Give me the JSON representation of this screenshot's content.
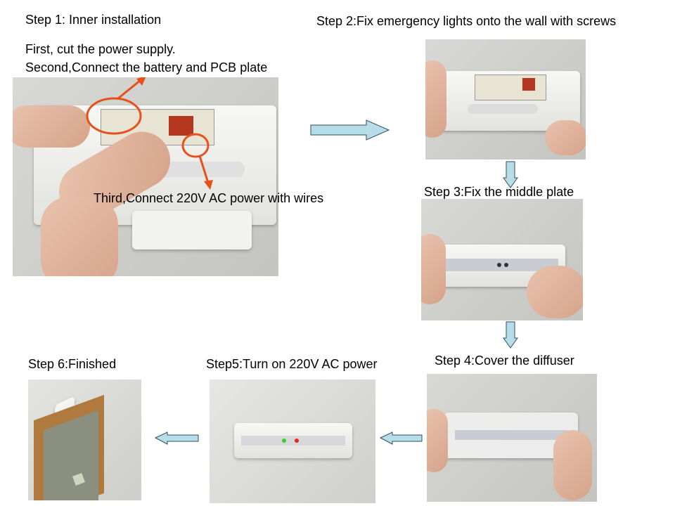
{
  "steps": {
    "step1": {
      "title": "Step 1: Inner installation",
      "line1": "First, cut the power supply.",
      "line2": "Second,Connect the battery and PCB plate",
      "line3": "Third,Connect 220V AC power with wires"
    },
    "step2": {
      "title": "Step 2:Fix emergency lights onto the wall with screws"
    },
    "step3": {
      "title": "Step 3:Fix the middle plate"
    },
    "step4": {
      "title": "Step 4:Cover the diffuser"
    },
    "step5": {
      "title": "Step5:Turn on 220V AC power"
    },
    "step6": {
      "title": "Step 6:Finished"
    }
  },
  "colors": {
    "arrow_fill": "#b7dde8",
    "arrow_stroke": "#2f4f5f",
    "annotation": "#e8501a"
  }
}
